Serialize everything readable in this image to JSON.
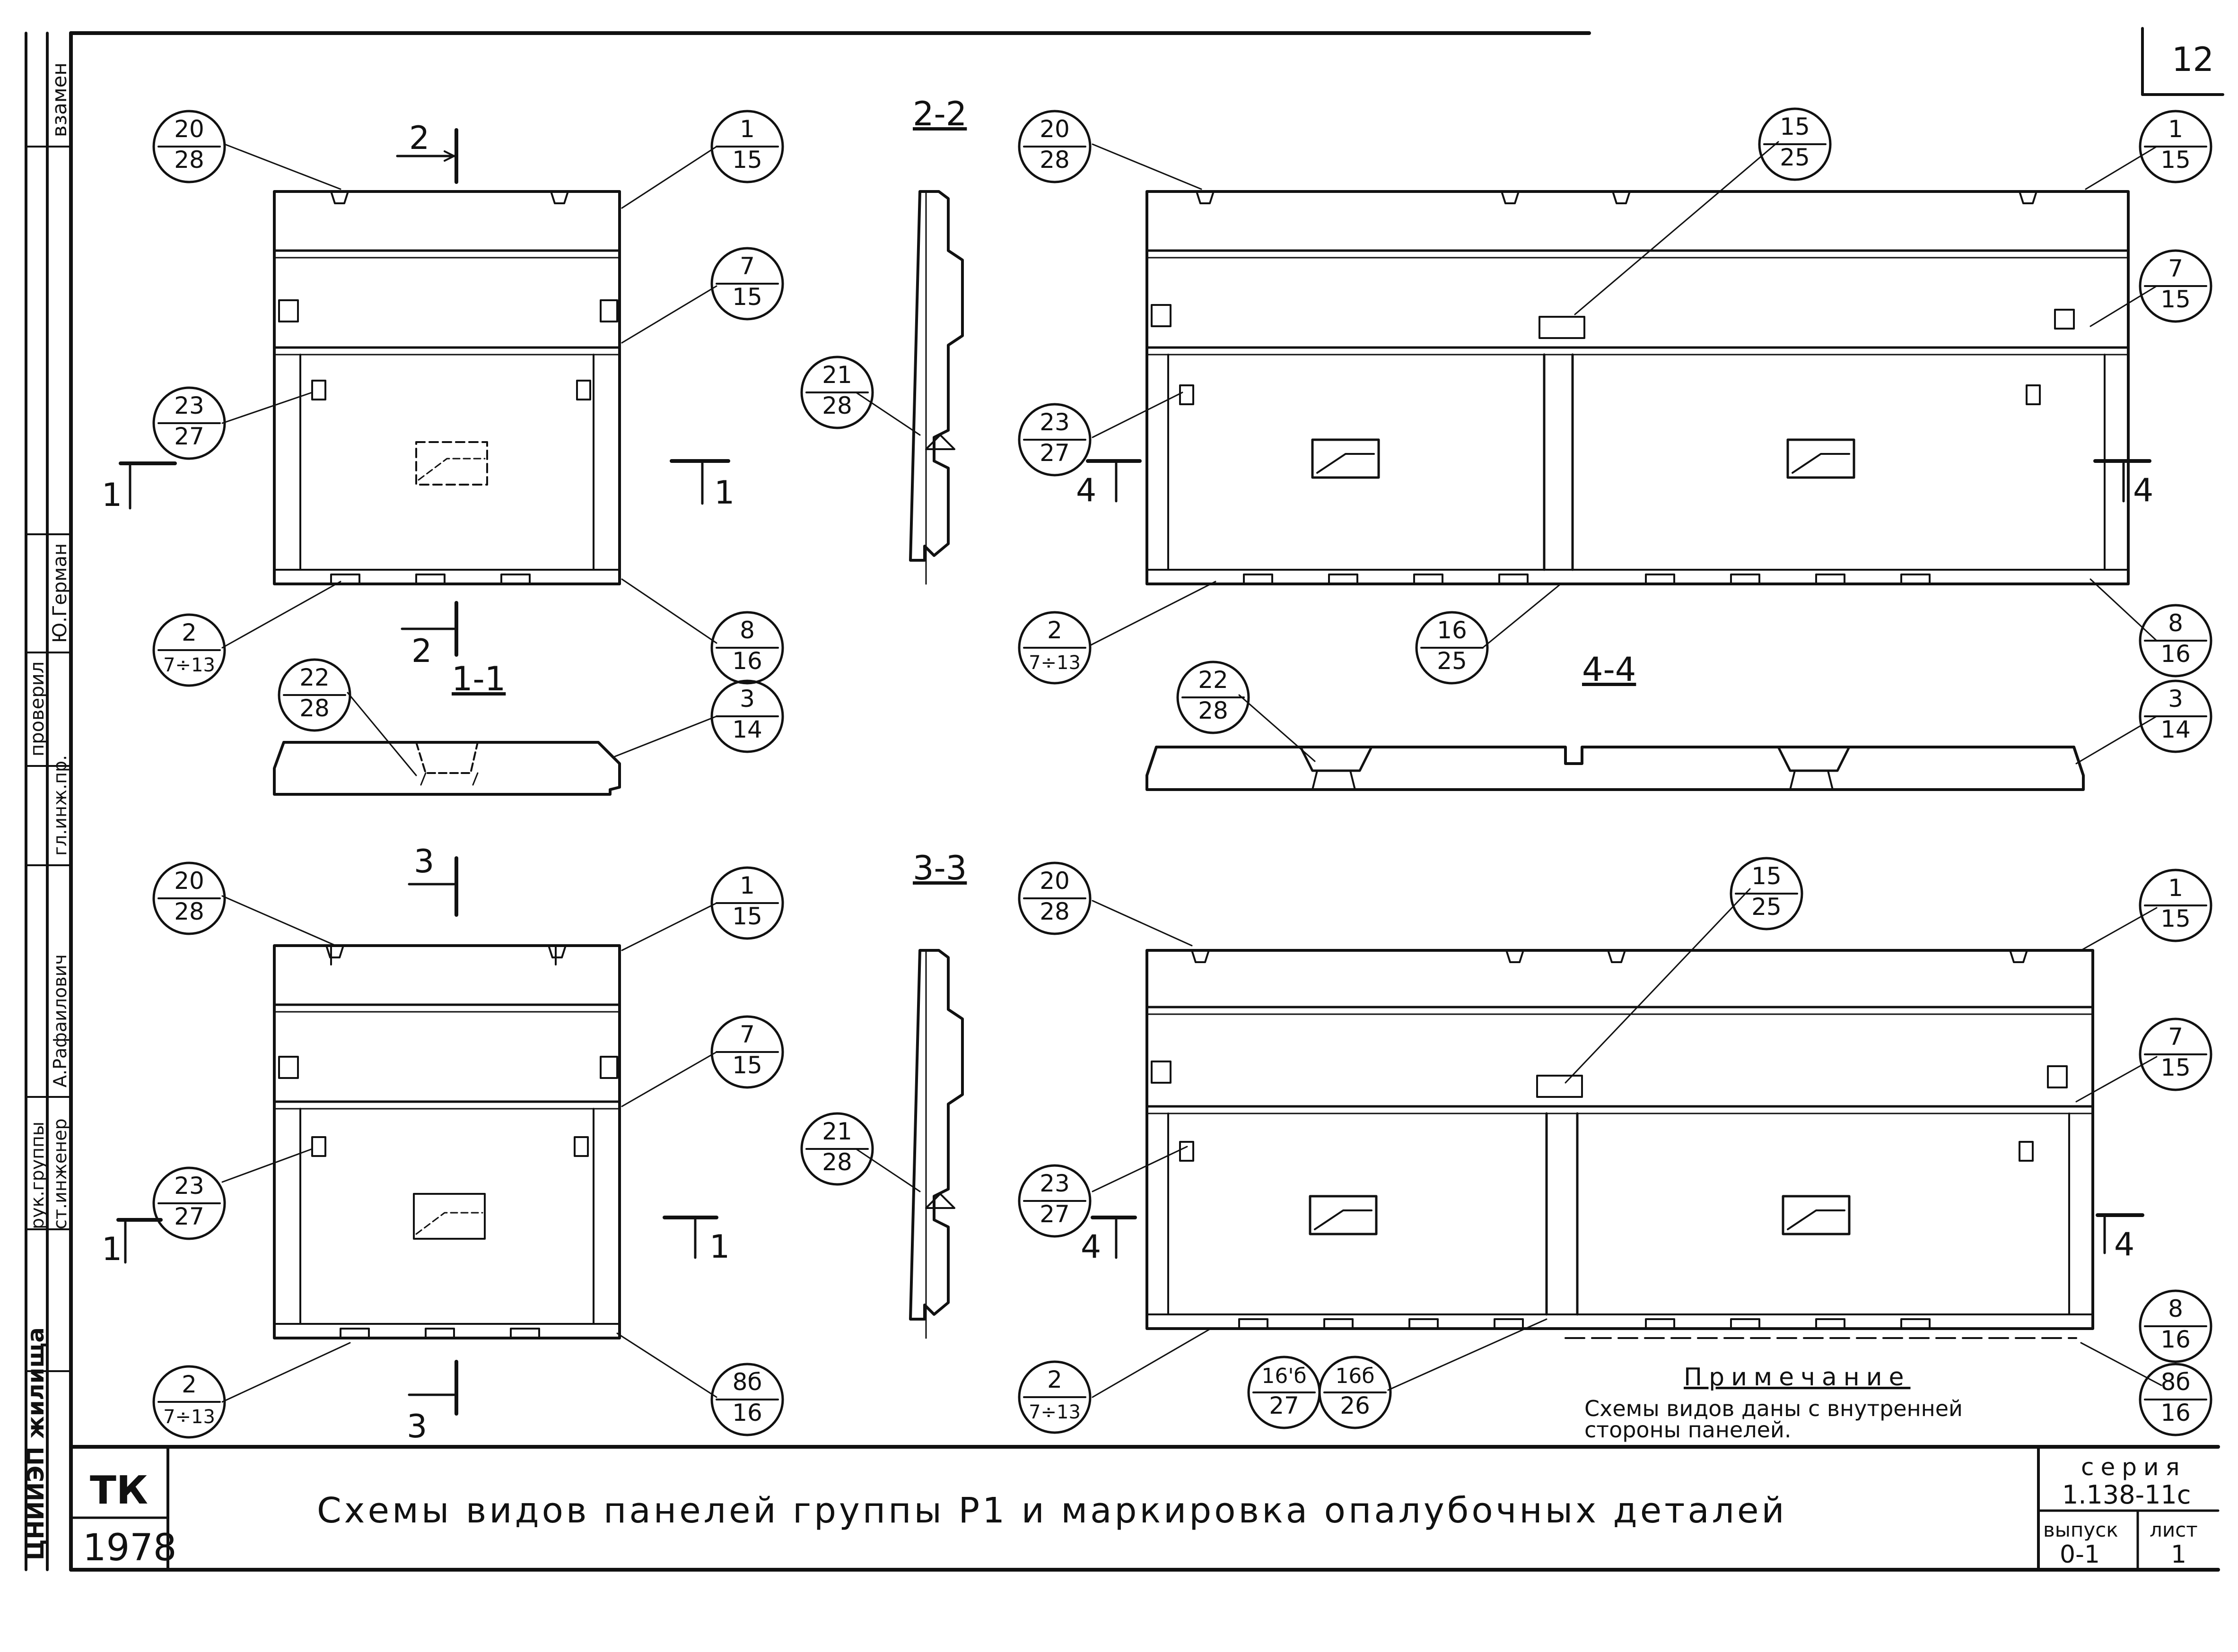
{
  "sheet_number": "12",
  "stamp": {
    "org": "ТК",
    "year": "1978"
  },
  "title": "Схемы видов панелей группы Р1 и маркировка опалубочных деталей",
  "series_block": {
    "series_label": "серия",
    "series_value": "1.138-11с",
    "issue_label": "выпуск",
    "issue_value": "0-1",
    "sheet_label": "лист",
    "sheet_value": "1"
  },
  "side_stamp": {
    "cells": [
      "взамен",
      "Ю.Герман",
      "проверил",
      "рук.группы",
      "ст.инженер",
      "гл.инж.пр.",
      "А.Рафаилович",
      "ЦНИИЭП жилища"
    ]
  },
  "note": {
    "heading": "Примечание",
    "line1": "Схемы видов даны с внутренней",
    "line2": "стороны панелей."
  },
  "section_titles": {
    "s11": "1-1",
    "s22": "2-2",
    "s33": "3-3",
    "s44": "4-4"
  },
  "cut_marks": {
    "c2": "2",
    "c3": "3",
    "c1": "1",
    "c4": "4"
  },
  "callouts": {
    "c20_28": [
      "20",
      "28"
    ],
    "c1_15": [
      "1",
      "15"
    ],
    "c7_15": [
      "7",
      "15"
    ],
    "c23_27": [
      "23",
      "27"
    ],
    "c2_713": [
      "2",
      "7÷13"
    ],
    "c8_16": [
      "8",
      "16"
    ],
    "c8b_16": [
      "8б",
      "16"
    ],
    "c22_28": [
      "22",
      "28"
    ],
    "c3_14": [
      "3",
      "14"
    ],
    "c21_28": [
      "21",
      "28"
    ],
    "c15_25": [
      "15",
      "25"
    ],
    "c16_25": [
      "16",
      "25"
    ],
    "c16b_27": [
      "16'б",
      "27"
    ],
    "c16b_26": [
      "16б",
      "26"
    ]
  }
}
